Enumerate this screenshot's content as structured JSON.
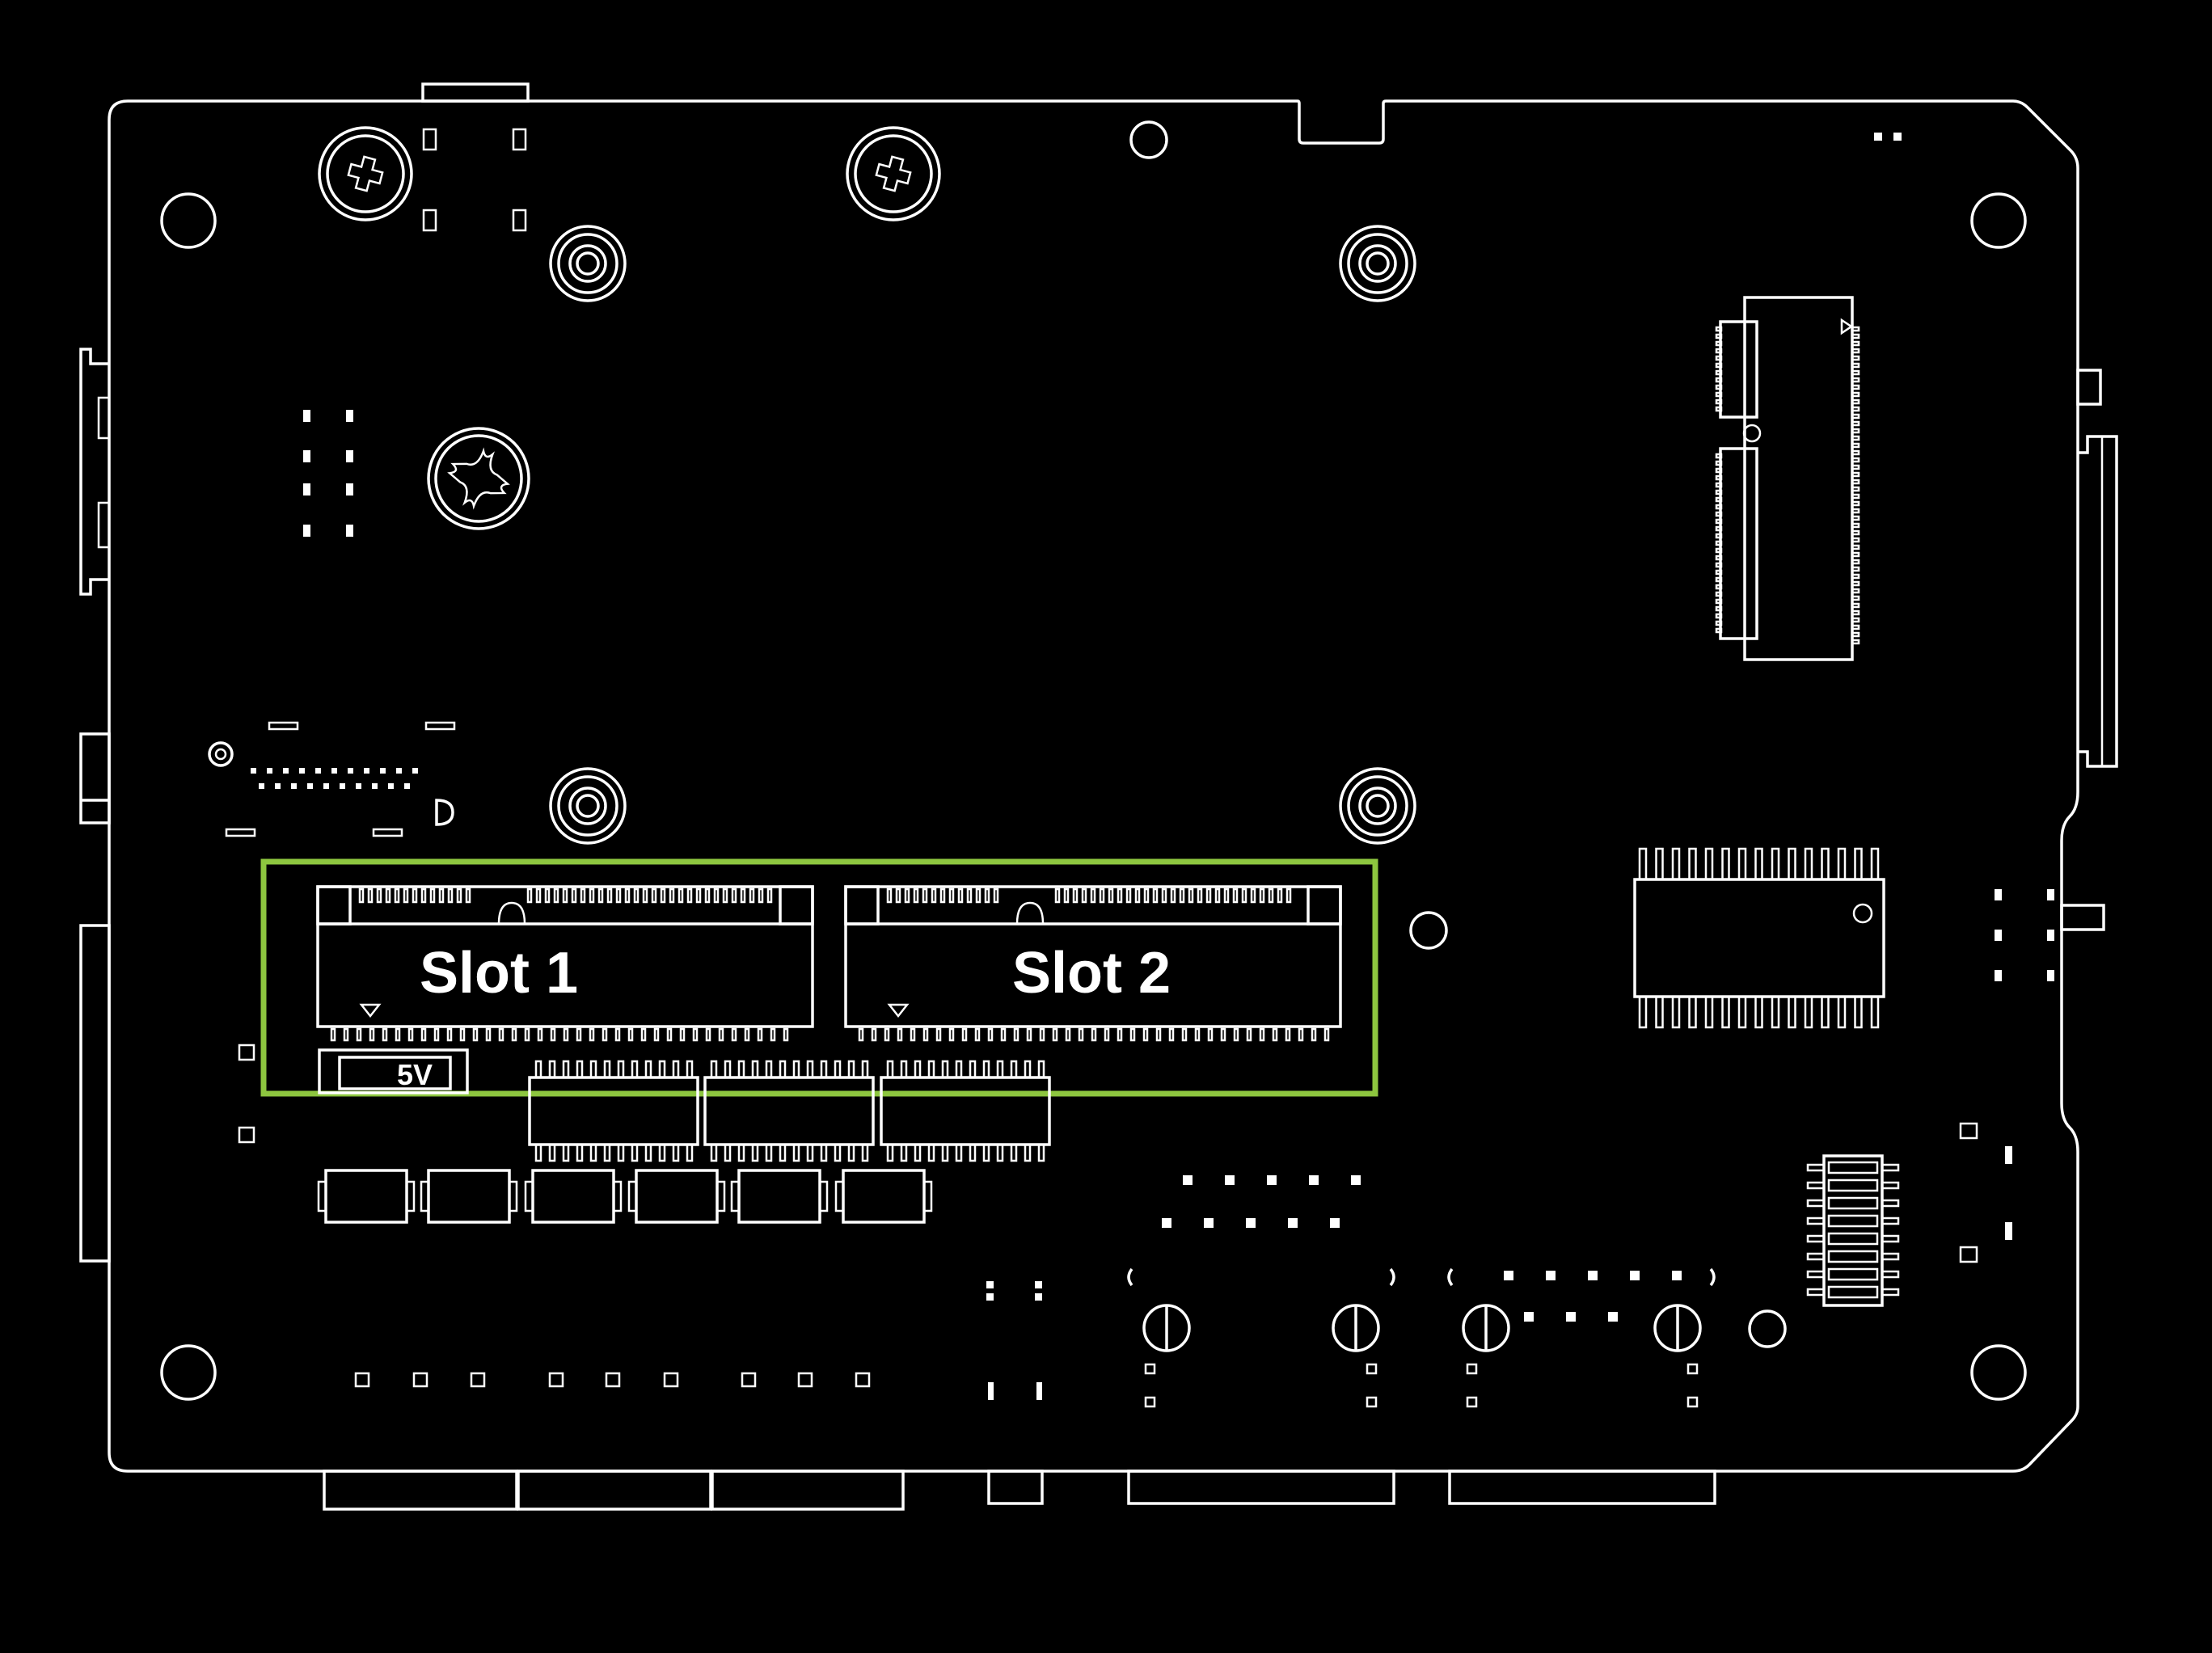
{
  "diagram": {
    "slots": [
      {
        "label": "Slot 1"
      },
      {
        "label": "Slot 2"
      }
    ],
    "voltage_label": "5V"
  },
  "colors": {
    "background": "#000000",
    "outline": "#ffffff",
    "highlight": "#8dc63f"
  }
}
